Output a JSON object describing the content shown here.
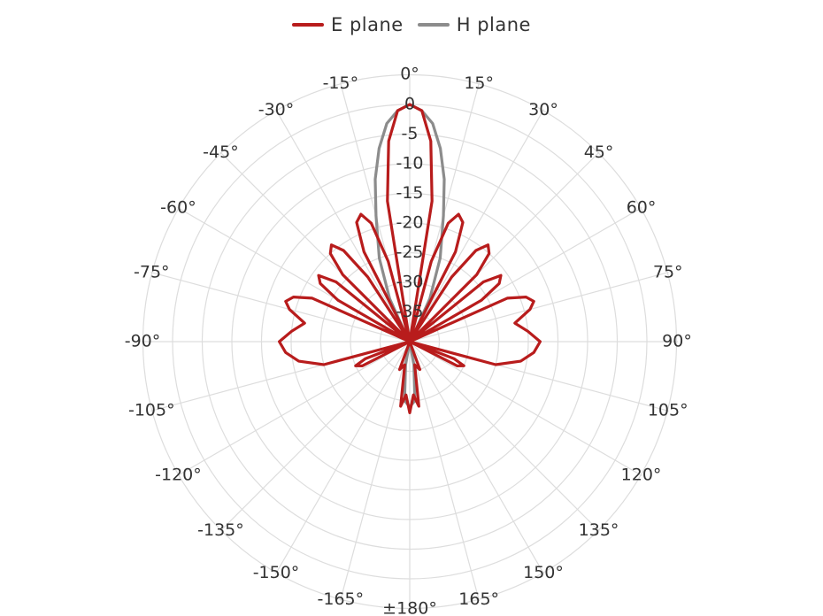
{
  "colors": {
    "e_plane": "#b81c1c",
    "h_plane": "#8c8c8c",
    "grid": "#dddddd",
    "text": "#333333"
  },
  "chart_data": {
    "type": "polar-line",
    "angular_unit": "degrees",
    "direction": "clockwise",
    "zero_at": "top",
    "angular_ticks": [
      "0°",
      "15°",
      "30°",
      "45°",
      "60°",
      "75°",
      "90°",
      "105°",
      "120°",
      "135°",
      "150°",
      "165°",
      "±180°",
      "-165°",
      "-150°",
      "-135°",
      "-120°",
      "-105°",
      "-90°",
      "-75°",
      "-60°",
      "-45°",
      "-30°",
      "-15°"
    ],
    "radial_range": [
      -40,
      0
    ],
    "radial_ticks": [
      0,
      -5,
      -10,
      -15,
      -20,
      -25,
      -30,
      -35
    ],
    "legend_position": "top-center",
    "grid": true,
    "series": [
      {
        "name": "E plane",
        "color": "#b81c1c",
        "theta": [
          -90,
          -85,
          -80,
          -75,
          -72,
          -69,
          -66,
          -63,
          -60,
          -57,
          -54,
          -51,
          -48,
          -45,
          -42,
          -39,
          -36,
          -33,
          -30,
          -27,
          -24,
          -21,
          -18,
          -15,
          -12,
          -9,
          -6,
          -3,
          0,
          3,
          6,
          9,
          12,
          15,
          18,
          21,
          24,
          27,
          30,
          33,
          36,
          39,
          42,
          45,
          48,
          51,
          54,
          57,
          60,
          63,
          66,
          69,
          72,
          75,
          80,
          85,
          90,
          95,
          100,
          105,
          108,
          111,
          114,
          117,
          120,
          150,
          160,
          168,
          172,
          176,
          180,
          184,
          188,
          192,
          200,
          210,
          240,
          243,
          246,
          249,
          252,
          255,
          260,
          265,
          270
        ],
        "r": [
          -18,
          -20,
          -22,
          -19,
          -18,
          -19,
          -22,
          -40,
          -26,
          -22,
          -21,
          -24,
          -40,
          -24,
          -20,
          -19,
          -21,
          -27,
          -40,
          -23,
          -18,
          -17,
          -19,
          -26,
          -40,
          -16,
          -6,
          -1,
          0,
          -1,
          -6,
          -16,
          -40,
          -26,
          -19,
          -17,
          -18,
          -23,
          -40,
          -27,
          -21,
          -19,
          -20,
          -24,
          -40,
          -24,
          -21,
          -22,
          -26,
          -40,
          -22,
          -19,
          -18,
          -19,
          -22,
          -20,
          -18,
          -19,
          -21,
          -25,
          -40,
          -32,
          -30,
          -31,
          -40,
          -40,
          -35,
          -36,
          -29,
          -31,
          -28,
          -31,
          -29,
          -36,
          -35,
          -40,
          -40,
          -31,
          -30,
          -32,
          -40,
          -25,
          -21,
          -19,
          -18
        ]
      },
      {
        "name": "H plane",
        "color": "#8c8c8c",
        "theta": [
          -90,
          -60,
          -40,
          -30,
          -25,
          -20,
          -15,
          -12,
          -9,
          -6,
          -3,
          0,
          3,
          6,
          9,
          12,
          15,
          20,
          25,
          30,
          40,
          60,
          90,
          150,
          170,
          175,
          180,
          185,
          190,
          210,
          270
        ],
        "r": [
          -40,
          -40,
          -40,
          -39,
          -32,
          -25,
          -18,
          -12,
          -7,
          -3,
          -1,
          0,
          -1,
          -3,
          -7,
          -12,
          -18,
          -25,
          -32,
          -39,
          -40,
          -40,
          -40,
          -40,
          -36,
          -30,
          -29,
          -30,
          -36,
          -40,
          -40
        ]
      }
    ]
  }
}
